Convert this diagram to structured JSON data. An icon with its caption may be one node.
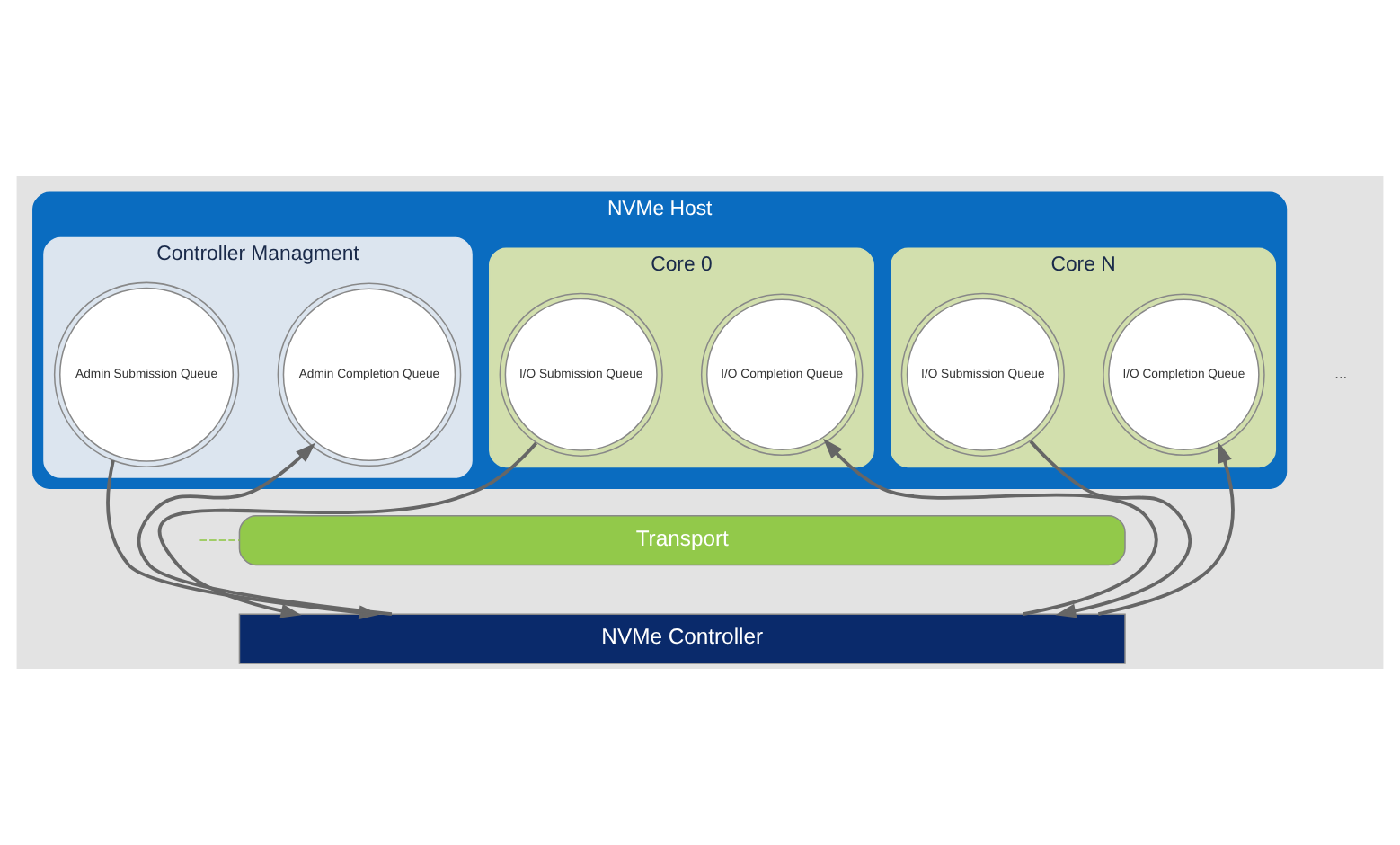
{
  "diagram": {
    "nodes": [
      {
        "text": [
          "NVMe Host"
        ]
      },
      {
        "text": [
          "Controller Managment"
        ],
        "in": 0
      },
      {
        "text": [
          "Admin Submission Queue"
        ],
        "in": 1
      },
      {
        "text": [
          "Admin Completion Queue"
        ],
        "in": 1
      },
      {
        "text": [
          "Core 0"
        ],
        "in": 0
      },
      {
        "text": [
          "I/O Submission Queue"
        ],
        "in": 4
      },
      {
        "text": [
          "I/O Completion Queue"
        ],
        "in": 4
      },
      {
        "text": [
          "Core N"
        ],
        "in": 0
      },
      {
        "text": [
          "I/O Submission Queue"
        ],
        "in": 7
      },
      {
        "text": [
          "I/O Completion Queue"
        ],
        "in": 7
      },
      {
        "text": [
          "Transport"
        ]
      },
      {
        "text": [
          "NVMe Controller"
        ]
      }
    ],
    "edges": [
      {
        "from": 2,
        "to": 11,
        "arrow": "to"
      },
      {
        "from": 11,
        "to": 3,
        "arrow": "to"
      },
      {
        "from": 5,
        "to": 11,
        "arrow": "to"
      },
      {
        "from": 11,
        "to": 6,
        "arrow": "to"
      },
      {
        "from": 8,
        "to": 11,
        "arrow": "to"
      },
      {
        "from": 11,
        "to": 9,
        "arrow": "to"
      },
      {
        "from": null,
        "to": 10,
        "arrow": "none",
        "style": "dashed",
        "color": "#8cc63f"
      }
    ],
    "labels": [
      "..."
    ]
  }
}
